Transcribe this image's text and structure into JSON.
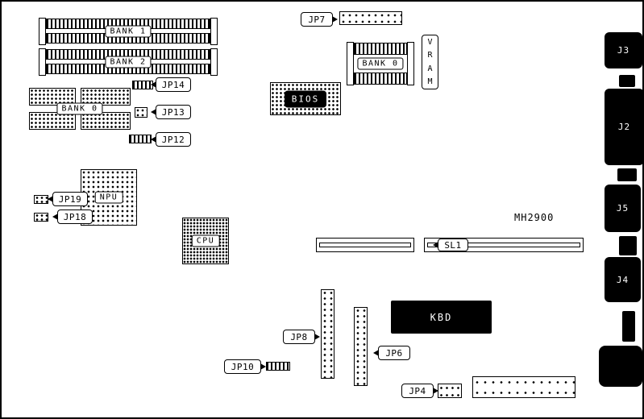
{
  "board": {
    "marking": "MH2900"
  },
  "memory": {
    "bank1": "BANK 1",
    "bank2": "BANK 2",
    "bank0_left": "BANK 0",
    "vram_bank0": "BANK 0",
    "vram_letters": [
      "V",
      "R",
      "A",
      "M"
    ]
  },
  "chips": {
    "bios": "BIOS",
    "npu": "NPU",
    "cpu": "CPU",
    "kbd": "KBD"
  },
  "slots": {
    "sl1": "SL1"
  },
  "jumpers": {
    "jp4": "JP4",
    "jp6": "JP6",
    "jp7": "JP7",
    "jp8": "JP8",
    "jp10": "JP10",
    "jp12": "JP12",
    "jp13": "JP13",
    "jp14": "JP14",
    "jp18": "JP18",
    "jp19": "JP19"
  },
  "connectors": {
    "j2": "J2",
    "j3": "J3",
    "j4": "J4",
    "j5": "J5"
  }
}
